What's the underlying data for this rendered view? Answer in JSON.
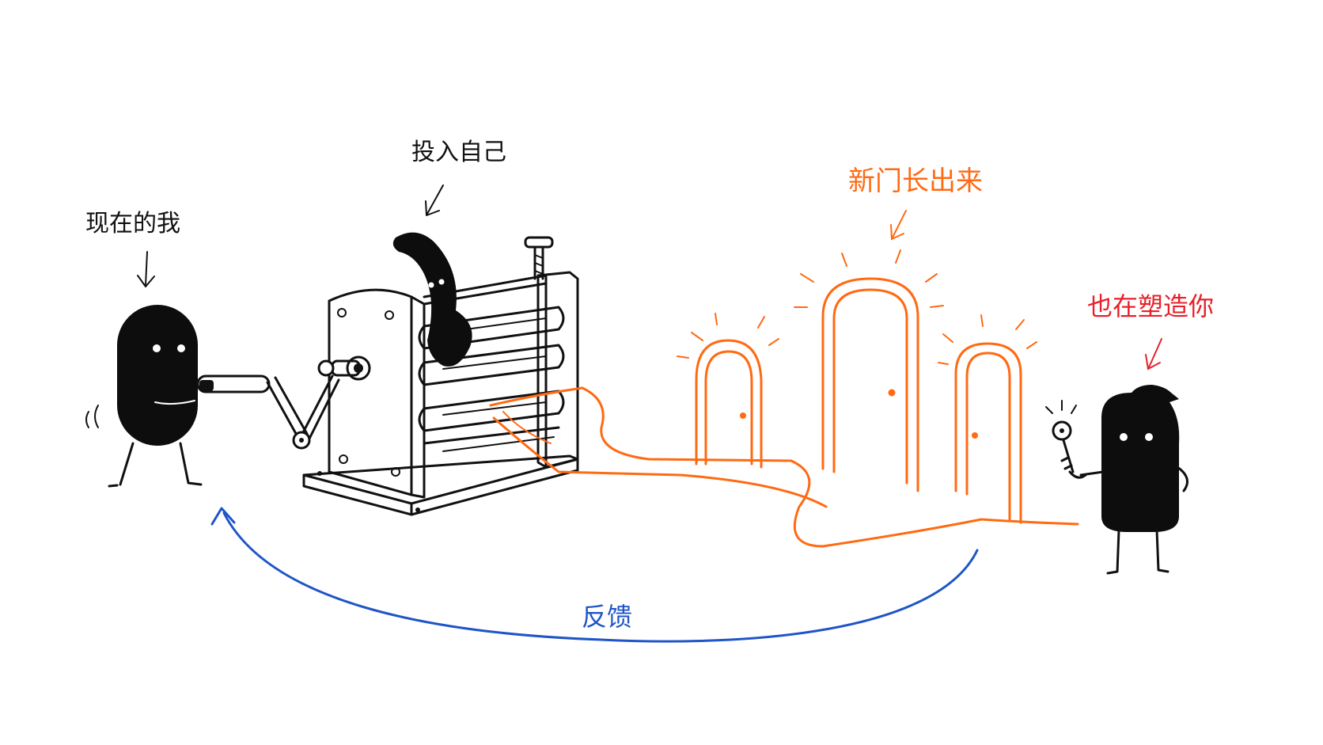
{
  "labels": {
    "current_self": "现在的我",
    "invest_self": "投入自己",
    "new_doors": "新门长出来",
    "shaping_you": "也在塑造你",
    "feedback": "反馈"
  },
  "colors": {
    "ink": "#111111",
    "orange": "#ff6a13",
    "red": "#e8202a",
    "blue": "#1f55c8",
    "background": "#ffffff"
  }
}
